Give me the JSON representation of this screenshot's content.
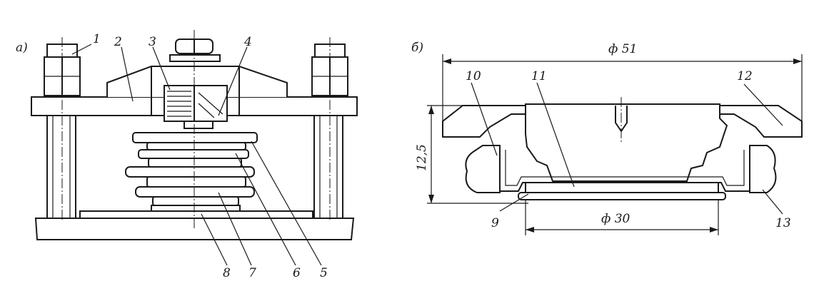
{
  "panels": {
    "a": {
      "label": "a)"
    },
    "b": {
      "label": "б)"
    }
  },
  "callouts_a": [
    "1",
    "2",
    "3",
    "4",
    "5",
    "6",
    "7",
    "8"
  ],
  "callouts_b": [
    "9",
    "10",
    "11",
    "12",
    "13"
  ],
  "dimensions": {
    "outer_diameter": "ф 51",
    "inner_diameter": "ф 30",
    "height": "12,5"
  },
  "colors": {
    "ink": "#1a1a1a",
    "paper": "#ffffff"
  }
}
